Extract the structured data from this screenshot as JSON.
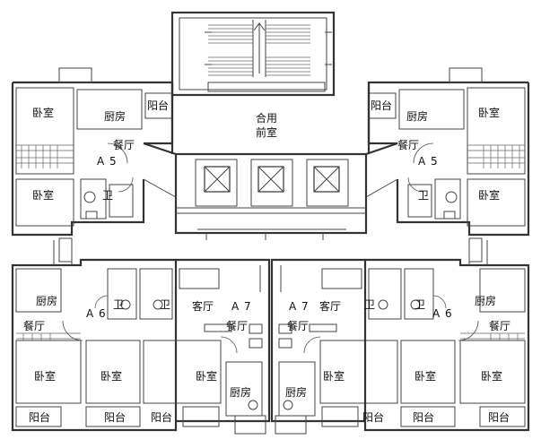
{
  "rooms": {
    "shared_lobby_line1": "合用",
    "shared_lobby_line2": "前室",
    "bedroom": "卧室",
    "kitchen": "厨房",
    "dining": "餐厅",
    "living": "客厅",
    "balcony": "阳台",
    "bath": "卫"
  },
  "units": {
    "a5": "A 5",
    "a6": "A 6",
    "a7": "A 7"
  },
  "elevator_count": 3
}
